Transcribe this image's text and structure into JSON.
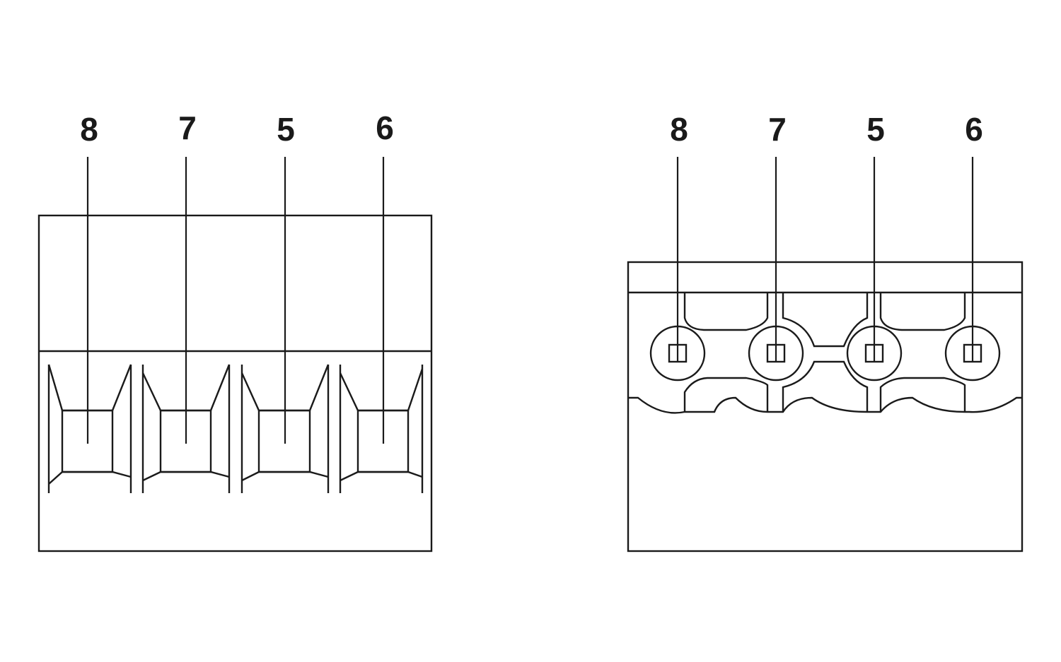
{
  "left_view": {
    "pins": [
      {
        "label": "8"
      },
      {
        "label": "7"
      },
      {
        "label": "5"
      },
      {
        "label": "6"
      }
    ]
  },
  "right_view": {
    "pins": [
      {
        "label": "8"
      },
      {
        "label": "7"
      },
      {
        "label": "5"
      },
      {
        "label": "6"
      }
    ]
  },
  "colors": {
    "line": "#1a1a1a",
    "background": "#ffffff"
  }
}
